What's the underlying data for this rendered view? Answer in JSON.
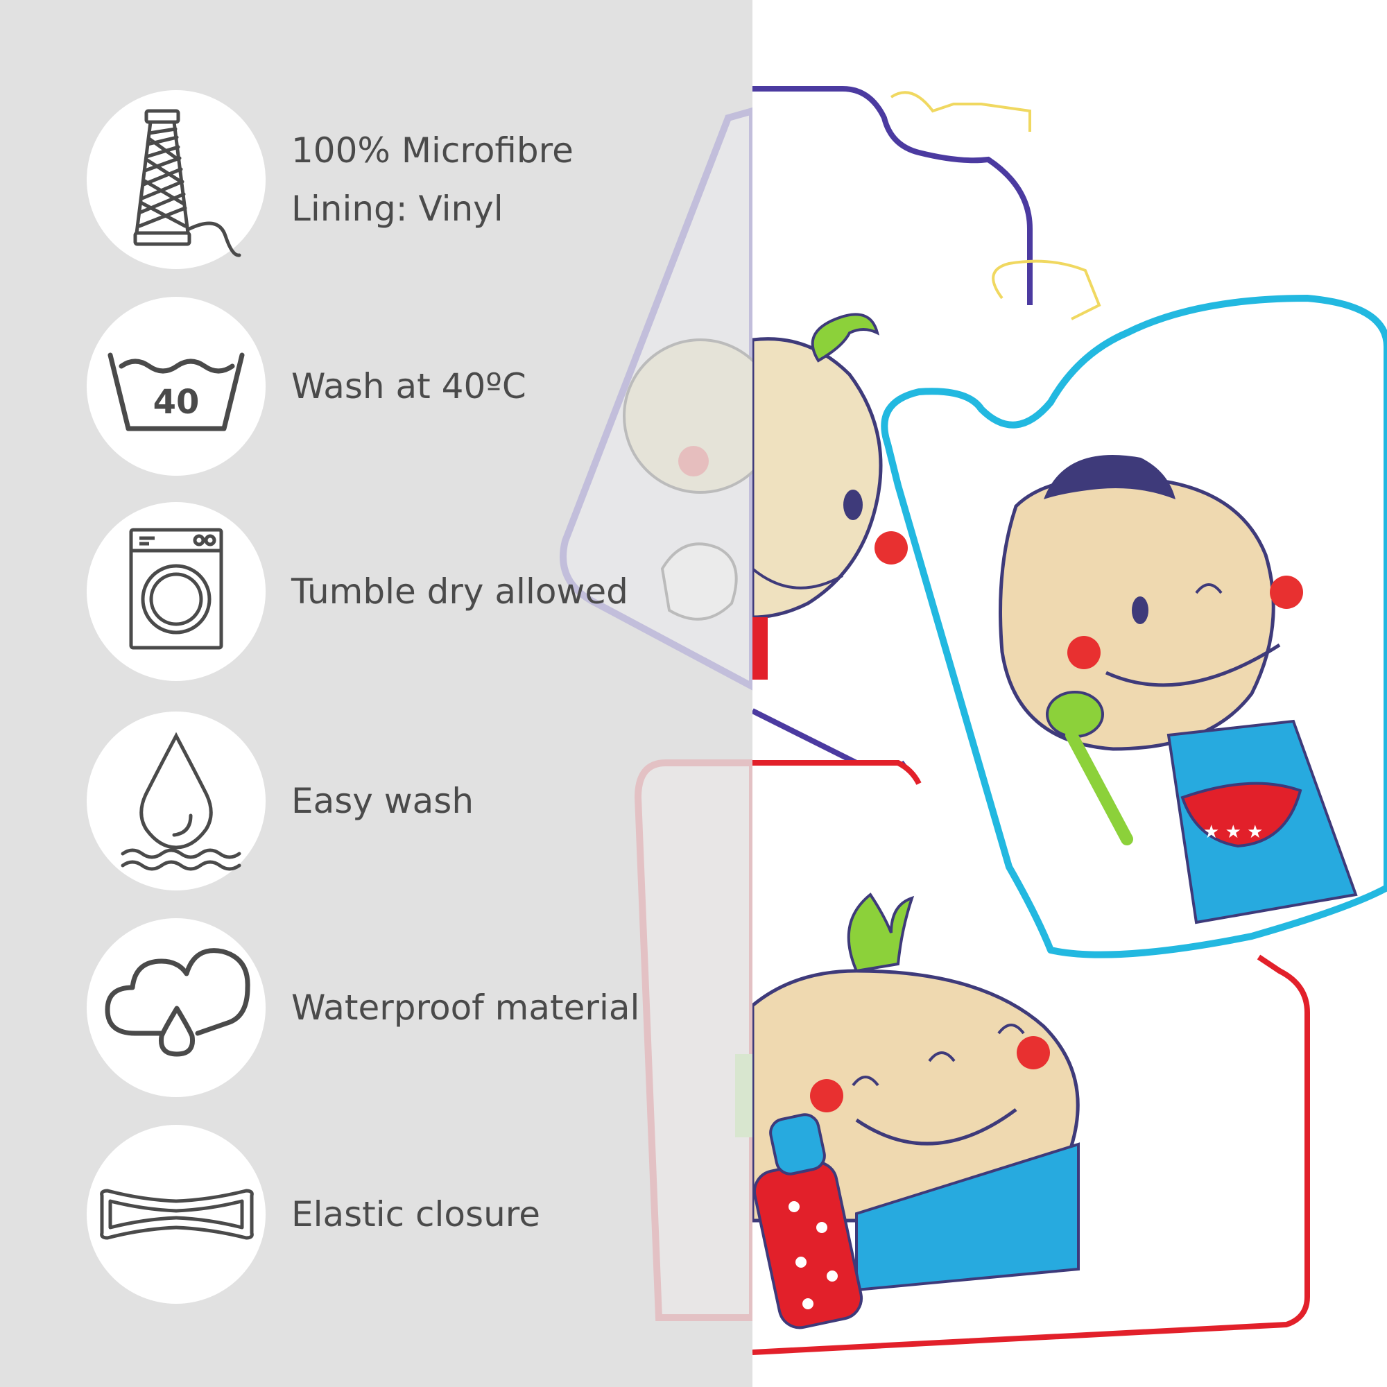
{
  "features": [
    {
      "icon": "thread-spool-icon",
      "lines": [
        "100% Microfibre",
        "Lining: Vinyl"
      ]
    },
    {
      "icon": "wash-basin-icon",
      "icon_text": "40",
      "lines": [
        "Wash at 40ºC"
      ]
    },
    {
      "icon": "washing-machine-icon",
      "lines": [
        "Tumble dry allowed"
      ]
    },
    {
      "icon": "water-drop-icon",
      "lines": [
        "Easy wash"
      ]
    },
    {
      "icon": "rain-cloud-icon",
      "lines": [
        "Waterproof material"
      ]
    },
    {
      "icon": "elastic-band-icon",
      "lines": [
        "Elastic closure"
      ]
    }
  ],
  "colors": {
    "left_background": "#e1e1e1",
    "text": "#4a4a4a",
    "icon_stroke": "#4a4a4a",
    "bib_purple": "#4b3aa0",
    "bib_cyan": "#22b8e0",
    "bib_red": "#e2202a"
  }
}
